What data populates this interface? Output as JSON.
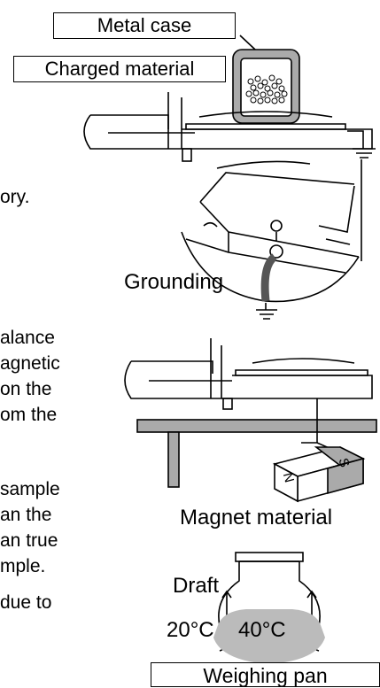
{
  "labels": {
    "metal_case": "Metal case",
    "charged_material": "Charged material",
    "grounding": "Grounding",
    "magnet_material": "Magnet material",
    "draft": "Draft",
    "temp_ambient": "20°C",
    "temp_sample": "40°C",
    "weighing_pan": "Weighing pan",
    "magnet_n": "N",
    "magnet_s": "S"
  },
  "body_text_fragments": [
    "ory.",
    "alance",
    "agnetic",
    "on the",
    "om the",
    "sample",
    "an the",
    "an true",
    "mple.",
    "due to"
  ]
}
